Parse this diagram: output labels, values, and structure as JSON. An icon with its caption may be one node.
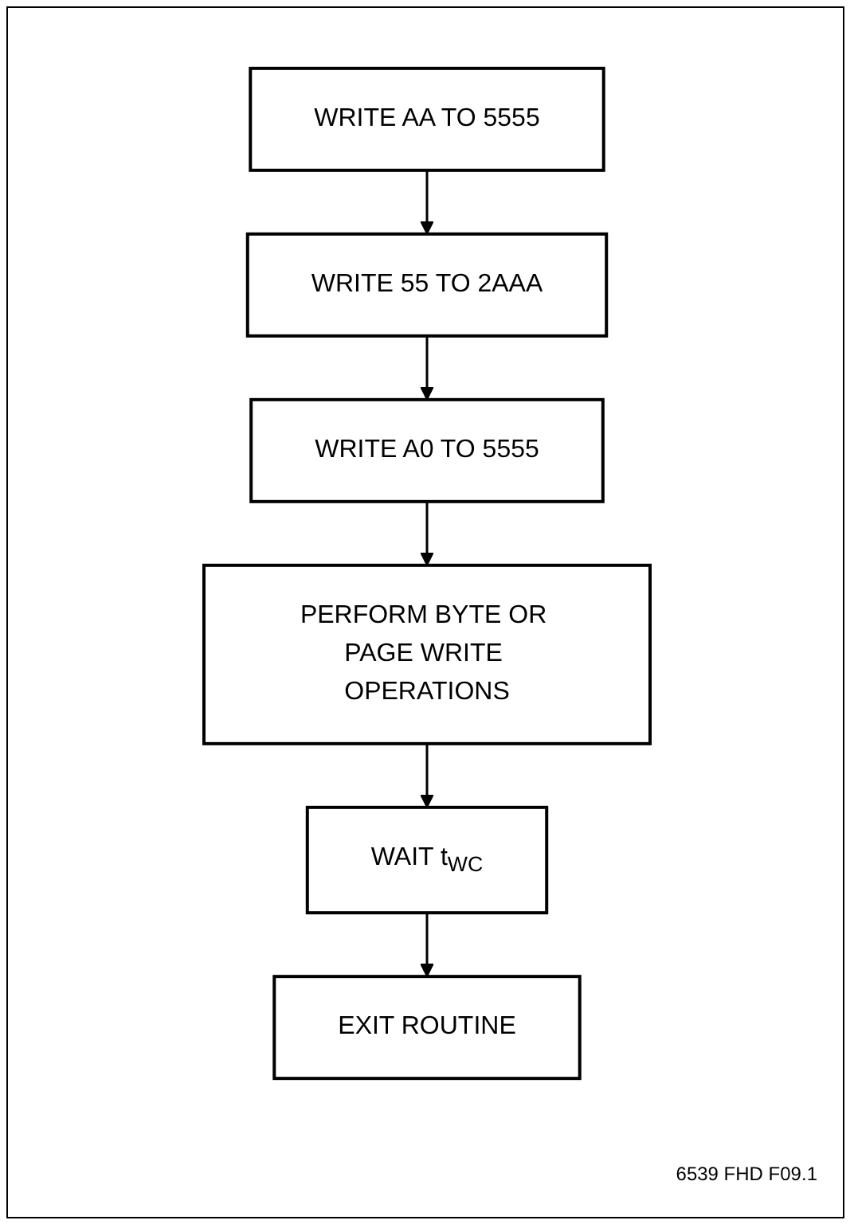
{
  "diagram": {
    "nodes": [
      {
        "text": [
          "WRITE AA TO 5555"
        ]
      },
      {
        "text": [
          "WRITE 55 TO 2AAA"
        ]
      },
      {
        "text": [
          "WRITE A0 TO 5555"
        ]
      },
      {
        "text": [
          "PERFORM BYTE OR PAGE WRITE OPERATIONS"
        ]
      },
      {
        "text": [
          "WAIT t$_{WC}$"
        ]
      },
      {
        "text": [
          "EXIT ROUTINE"
        ]
      }
    ],
    "edges": [
      {
        "from": 0,
        "to": 1,
        "arrow": "to"
      },
      {
        "from": 1,
        "to": 2,
        "arrow": "to"
      },
      {
        "from": 2,
        "to": 3,
        "arrow": "to"
      },
      {
        "from": 3,
        "to": 4,
        "arrow": "to"
      },
      {
        "from": 4,
        "to": 5,
        "arrow": "to"
      }
    ],
    "labels": [
      "6539 FHD F09.1"
    ]
  }
}
